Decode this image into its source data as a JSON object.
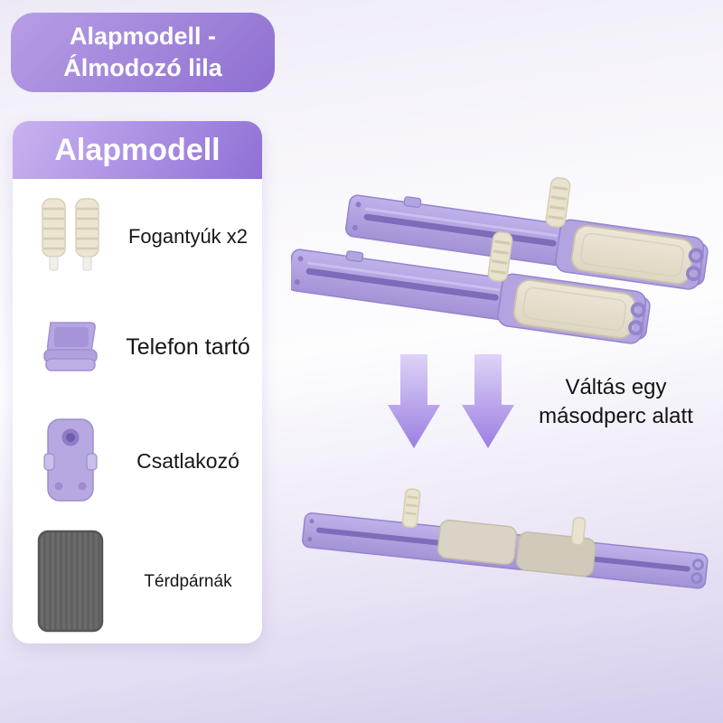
{
  "banner": {
    "line1": "Alapmodell -",
    "line2": "Álmodozó lila"
  },
  "parts_card": {
    "header": "Alapmodell",
    "items": [
      {
        "label": "Fogantyúk x2",
        "icon": "foam-handles-icon"
      },
      {
        "label": "Telefon tartó",
        "icon": "phone-holder-icon"
      },
      {
        "label": "Csatlakozó",
        "icon": "connector-icon"
      },
      {
        "label": "Térdpárnák",
        "icon": "knee-pad-icon"
      }
    ]
  },
  "transition": {
    "line1": "Váltás egy",
    "line2": "másodperc alatt",
    "icon": "down-arrows-icon"
  },
  "products": {
    "top_image": "unfolded-dual-slider-boards",
    "bottom_image": "folded-single-board"
  },
  "colors": {
    "banner_gradient_start": "#b79ee6",
    "banner_gradient_end": "#8e6fd0",
    "card_header_gradient_start": "#c9b2f0",
    "card_header_gradient_end": "#8f70d6",
    "board_purple": "#b3a3e0",
    "pad_cream": "#e8e1d0",
    "knee_pad_gray": "#6b6b6b",
    "arrow_purple": "#9b7fe2",
    "text_dark": "#141414",
    "card_background": "#ffffff"
  }
}
